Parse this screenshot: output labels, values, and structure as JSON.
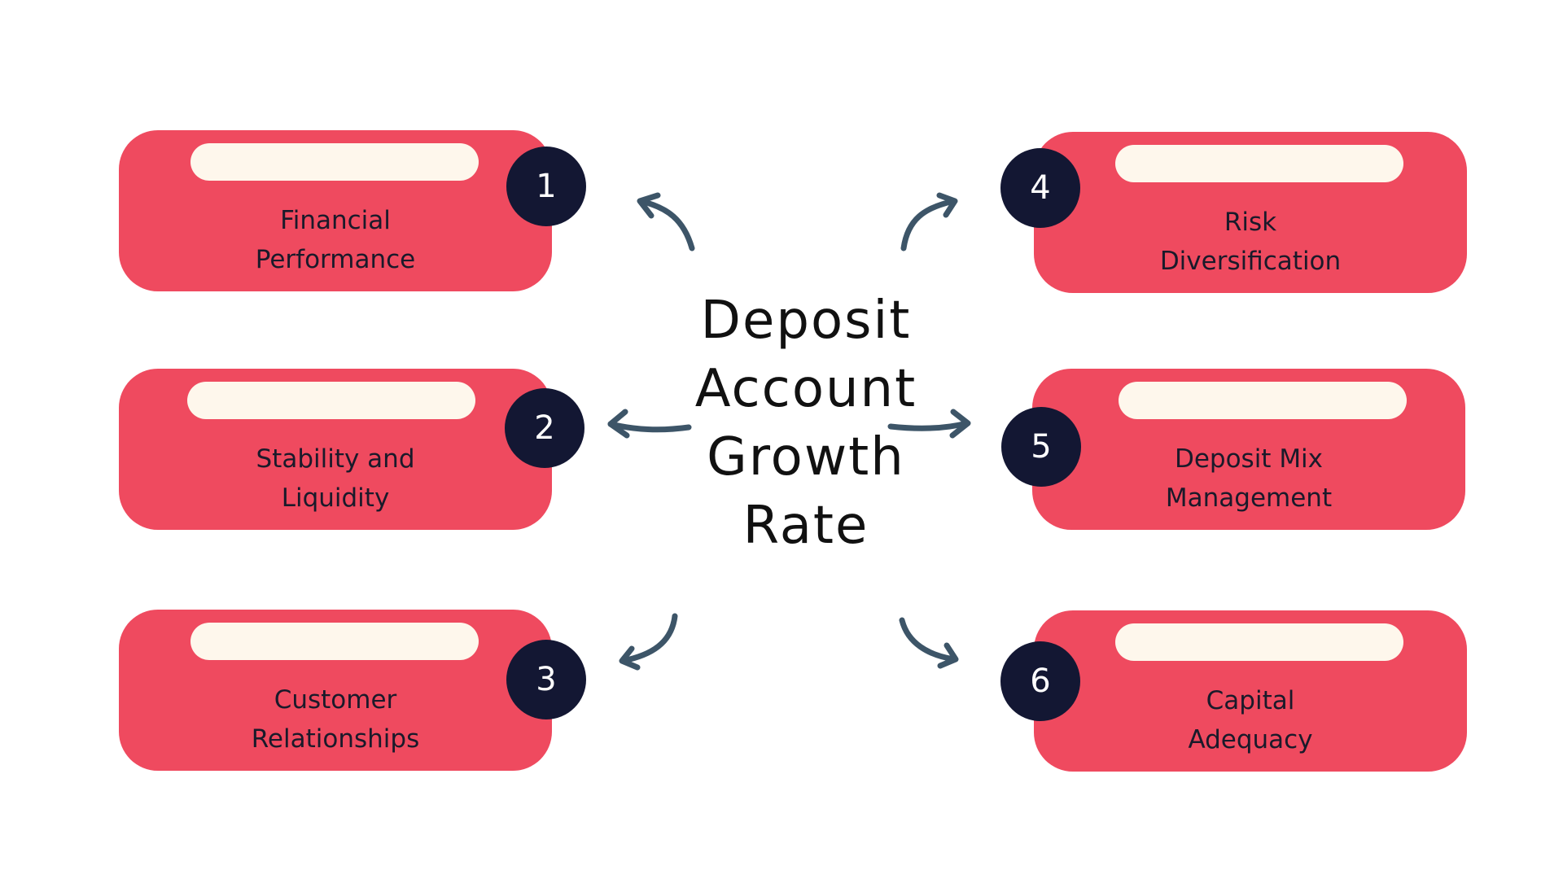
{
  "center": {
    "title_lines": [
      "Deposit",
      "Account",
      "Growth",
      "Rate"
    ]
  },
  "items": [
    {
      "number": "1",
      "line1": "Financial",
      "line2": "Performance"
    },
    {
      "number": "2",
      "line1": "Stability and",
      "line2": "Liquidity"
    },
    {
      "number": "3",
      "line1": "Customer",
      "line2": "Relationships"
    },
    {
      "number": "4",
      "line1": "Risk",
      "line2": "Diversification"
    },
    {
      "number": "5",
      "line1": "Deposit Mix",
      "line2": "Management"
    },
    {
      "number": "6",
      "line1": "Capital",
      "line2": "Adequacy"
    }
  ],
  "colors": {
    "card": "#ef4a5f",
    "pill": "#fef7ec",
    "badge": "#131733",
    "arrow": "#3d5568",
    "text": "#1a1a2a"
  },
  "icons": {
    "arrow": "curved-arrow-icon"
  }
}
